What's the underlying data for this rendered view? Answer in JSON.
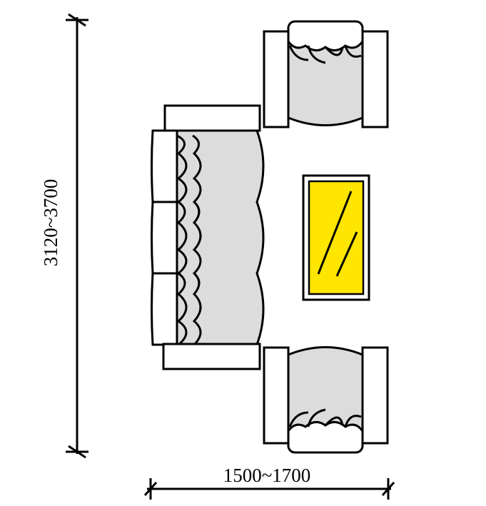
{
  "dimensions": {
    "vertical_label": "3120~3700",
    "horizontal_label": "1500~1700"
  },
  "colors": {
    "line": "#000000",
    "seat_fill": "#dcdcdc",
    "frame_fill": "#ffffff",
    "table_glass": "#ffe600",
    "background": "#ffffff"
  },
  "furniture": {
    "sofa": "three-seat-sofa",
    "armchairs": [
      "armchair-top",
      "armchair-bottom"
    ],
    "table": "coffee-table"
  }
}
